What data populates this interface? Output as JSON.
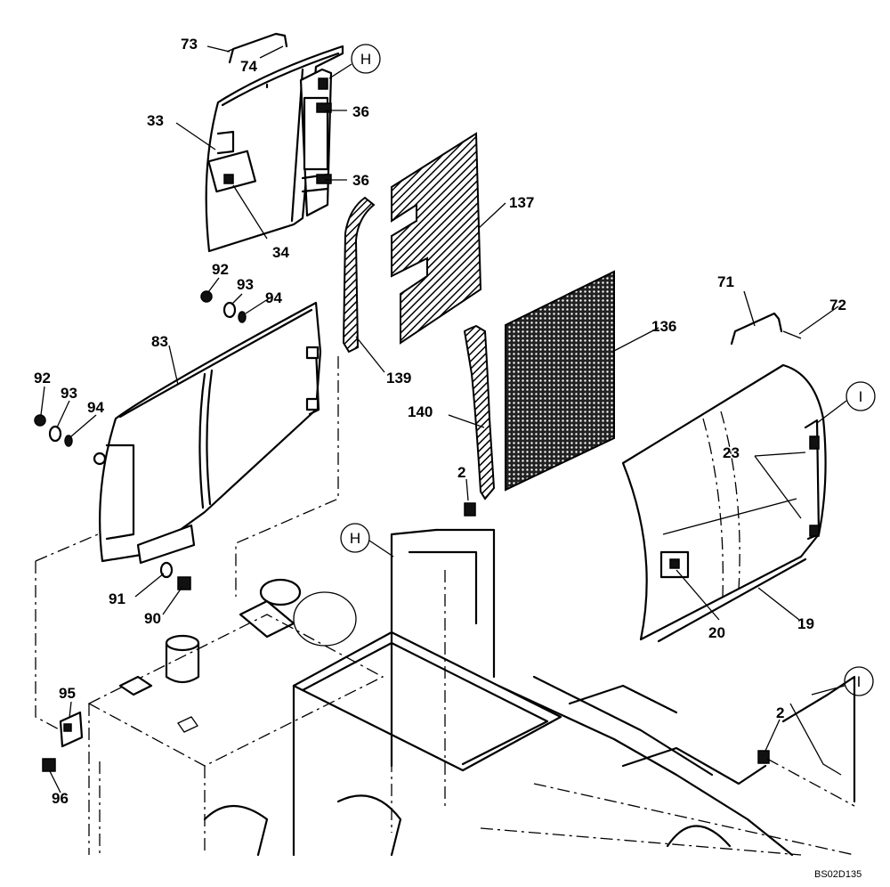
{
  "figure_code": "BS02D135",
  "ref_marks": {
    "h_top": "H",
    "h_mid": "H",
    "i_right": "I",
    "i_low": "I"
  },
  "parts": {
    "p73": "73",
    "p74": "74",
    "p33": "33",
    "p36a": "36",
    "p36b": "36",
    "p34": "34",
    "p137": "137",
    "p139": "139",
    "p136": "136",
    "p140": "140",
    "p92a": "92",
    "p93a": "93",
    "p94a": "94",
    "p83": "83",
    "p92b": "92",
    "p93b": "93",
    "p94b": "94",
    "p71": "71",
    "p72": "72",
    "p23": "23",
    "p2a": "2",
    "p2b": "2",
    "p20": "20",
    "p19": "19",
    "p91": "91",
    "p90": "90",
    "p95": "95",
    "p96": "96"
  }
}
